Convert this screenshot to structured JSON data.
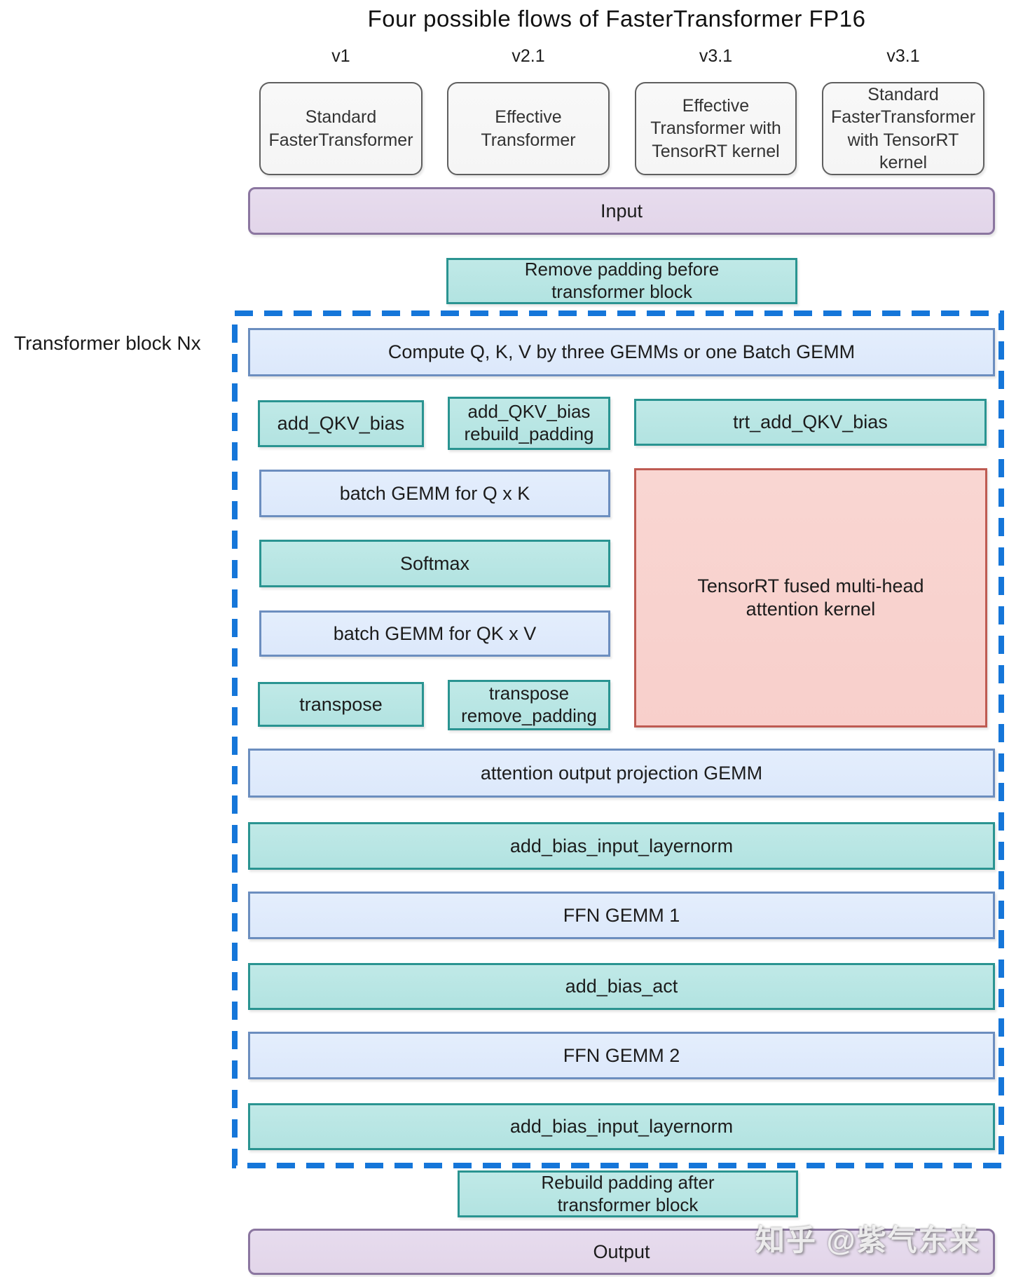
{
  "title": "Four possible flows of FasterTransformer FP16",
  "block_label": "Transformer block Nx",
  "watermark": "知乎 @紫气东来",
  "flows": [
    {
      "version": "v1",
      "name": "Standard\nFasterTransformer"
    },
    {
      "version": "v2.1",
      "name": "Effective\nTransformer"
    },
    {
      "version": "v3.1",
      "name": "Effective\nTransformer with\nTensorRT kernel"
    },
    {
      "version": "v3.1",
      "name": "Standard\nFasterTransformer\nwith TensorRT\nkernel"
    }
  ],
  "nodes": {
    "input": "Input",
    "remove_padding": "Remove padding before\ntransformer block",
    "compute_qkv": "Compute Q, K, V by three GEMMs or one Batch GEMM",
    "add_qkv_bias": "add_QKV_bias",
    "add_qkv_bias_rebuild_padding": "add_QKV_bias\nrebuild_padding",
    "trt_add_qkv_bias": "trt_add_QKV_bias",
    "batch_gemm_q_x_k": "batch GEMM for Q x K",
    "softmax": "Softmax",
    "batch_gemm_qk_x_v": "batch GEMM for QK x V",
    "transpose": "transpose",
    "transpose_remove_padding": "transpose\nremove_padding",
    "tensorrt_fused_mha": "TensorRT fused multi-head\nattention kernel",
    "attention_output_projection": "attention output projection GEMM",
    "add_bias_input_layernorm_1": "add_bias_input_layernorm",
    "ffn_gemm_1": "FFN GEMM 1",
    "add_bias_act": "add_bias_act",
    "ffn_gemm_2": "FFN GEMM 2",
    "add_bias_input_layernorm_2": "add_bias_input_layernorm",
    "rebuild_padding": "Rebuild padding after\ntransformer block",
    "output": "Output"
  },
  "colors": {
    "purple_fill": "#E2D5E9",
    "purple_stroke": "#8B76A0",
    "teal_fill": "#B2E3E1",
    "teal_stroke": "#2A9491",
    "blue_fill": "#DCE8FB",
    "blue_stroke": "#6C8EBF",
    "pink_fill": "#F8CFCB",
    "pink_stroke": "#BE5B52",
    "grey_fill": "#F5F5F5",
    "grey_stroke": "#5F5F5F",
    "dash_stroke": "#1576D9",
    "text": "#1C1C1C"
  }
}
